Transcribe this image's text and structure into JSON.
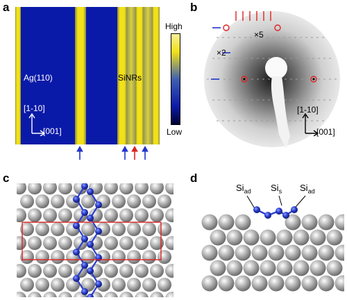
{
  "panels": {
    "a": {
      "label": "a",
      "region_left": "Ag(110)",
      "region_right": "SiNRs",
      "dir_up": "[1-10]",
      "dir_right": "[001]",
      "colorbar_high": "High",
      "colorbar_low": "Low",
      "arrow_colors": [
        "#2233cc",
        "#2233cc",
        "#dd2222",
        "#2233cc"
      ]
    },
    "b": {
      "label": "b",
      "mult_5": "×5",
      "mult_2": "×2",
      "dir_up": "[1-10]",
      "dir_right": "[001]",
      "spot_color": "#dd2222",
      "mark_color": "#2233cc"
    },
    "c": {
      "label": "c"
    },
    "d": {
      "label": "d",
      "si_left_main": "Si",
      "si_left_sub": "ad",
      "si_mid_main": "Si",
      "si_mid_sub": "s",
      "si_right_main": "Si",
      "si_right_sub": "ad"
    }
  },
  "colors": {
    "stm_blue": "#0a1aa8",
    "stm_yellow": "#f2e01a",
    "si_atom": "#2b3fd0",
    "ag_atom": "#b9b9b9",
    "box": "#dd2222"
  }
}
